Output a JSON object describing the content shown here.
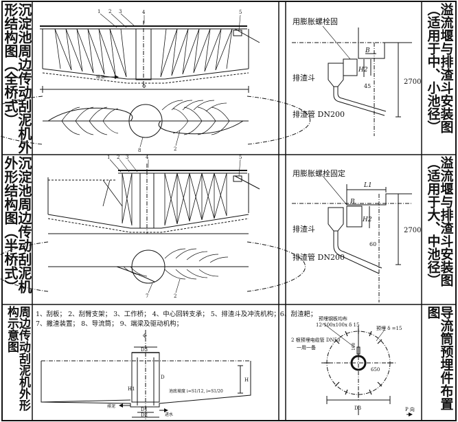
{
  "titles": {
    "t1": "沉淀池周边传动刮泥机外形结构图（全桥式）",
    "t2": "沉淀池周边传动刮泥机外形结构图（半桥式）",
    "t3": "周边传动刮泥机外形构示意图",
    "t4": "溢流堰与排渣斗安装图（适用于中、小池径）",
    "t5": "溢流堰与排渣斗安装图（适用于大、中池径）",
    "t6": "导流筒预埋件布置图"
  },
  "panel1": {
    "leaders": [
      "1",
      "2",
      "3",
      "4",
      "5"
    ],
    "drain": "排泥",
    "dia": "Φ",
    "plan": [
      "8",
      "2"
    ]
  },
  "panel2": {
    "leaders": [
      "1",
      "2",
      "3",
      "4",
      "5"
    ],
    "plan": [
      "7",
      "2"
    ]
  },
  "panel4": {
    "bolt": "用膨胀螺栓固",
    "B": "B",
    "H2": "H2",
    "dim": "2700",
    "angle": "45",
    "hopper": "排渣斗",
    "pipe": "排渣管  DN200"
  },
  "panel5": {
    "bolt": "用膨胀螺栓固定",
    "L1": "L1",
    "B": "B",
    "H2": "H2",
    "dim": "2700",
    "angle": "60",
    "hopper": "排渣斗",
    "pipe": "排渣管  DN200"
  },
  "legend": {
    "line1": "1、刮板；  2、刮臂支架；  3、工作桥；  4、中心回转支承；  5、排渣斗及冲洗机构；6、刮渣耙；",
    "line2": "7、撇渣装置；  8、导流筒；  9、端梁及驱动机构；"
  },
  "panel3": {
    "D3": "D3",
    "D": "D",
    "H1": "H1",
    "H": "H",
    "D1": "D1",
    "D2": "D2",
    "drain": "排泥",
    "inflow": "进水",
    "slope": "池底坡度  i=S1/12,    i=S1/20",
    "phi": "Φ"
  },
  "panel6": {
    "note1": "预埋钢板均布",
    "note2": "12-100x100x  δ  15",
    "note3": "预埋 δ  =15",
    "note4": "2  根预埋电缆管  DN50",
    "note5": "一用一备",
    "d100": "100",
    "d650": "650",
    "D3": "D3",
    "p": "P  向"
  }
}
